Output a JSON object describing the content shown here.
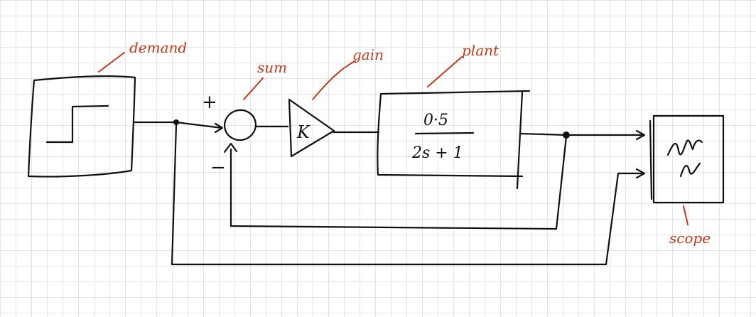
{
  "labels": {
    "demand": "demand",
    "sum": "sum",
    "gain": "gain",
    "plant": "plant",
    "scope": "scope"
  },
  "signs": {
    "plus": "+",
    "minus": "−"
  },
  "gain_symbol": "K",
  "transfer_function": {
    "numerator": "0·5",
    "denominator": "2s + 1"
  },
  "colors": {
    "ink": "#111111",
    "annotation": "#c0391b",
    "grid": "#c8c8c8"
  }
}
